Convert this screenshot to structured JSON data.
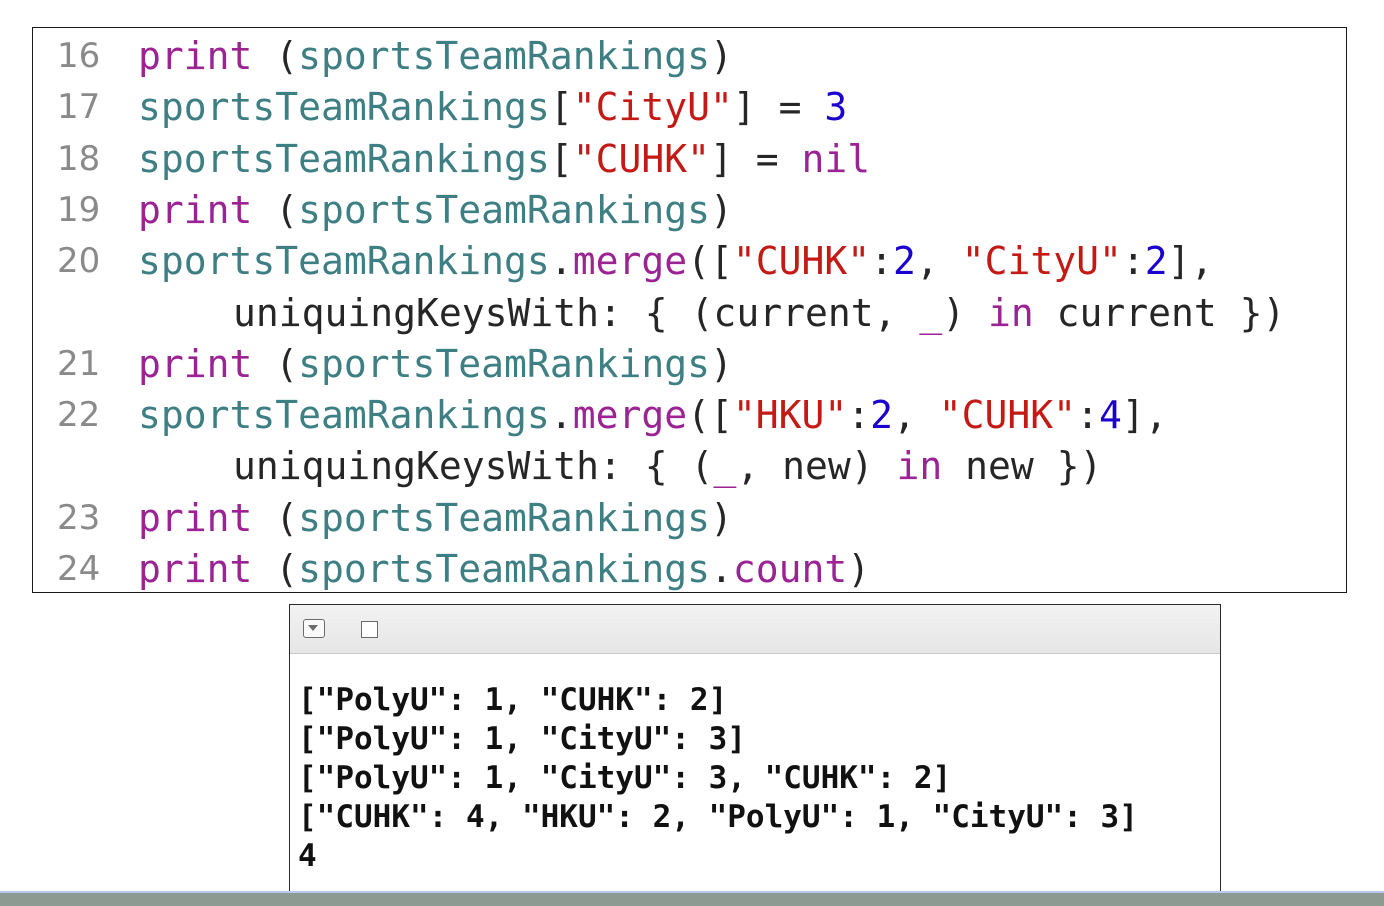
{
  "editor": {
    "lines": [
      {
        "number": "16",
        "tokens": [
          {
            "t": "print",
            "c": "fn"
          },
          {
            "t": " (",
            "c": "plain"
          },
          {
            "t": "sportsTeamRankings",
            "c": "var"
          },
          {
            "t": ")",
            "c": "plain"
          }
        ]
      },
      {
        "number": "17",
        "tokens": [
          {
            "t": "sportsTeamRankings",
            "c": "var"
          },
          {
            "t": "[",
            "c": "plain"
          },
          {
            "t": "\"CityU\"",
            "c": "str"
          },
          {
            "t": "] = ",
            "c": "plain"
          },
          {
            "t": "3",
            "c": "num"
          }
        ]
      },
      {
        "number": "18",
        "tokens": [
          {
            "t": "sportsTeamRankings",
            "c": "var"
          },
          {
            "t": "[",
            "c": "plain"
          },
          {
            "t": "\"CUHK\"",
            "c": "str"
          },
          {
            "t": "] = ",
            "c": "plain"
          },
          {
            "t": "nil",
            "c": "kw"
          }
        ]
      },
      {
        "number": "19",
        "tokens": [
          {
            "t": "print",
            "c": "fn"
          },
          {
            "t": " (",
            "c": "plain"
          },
          {
            "t": "sportsTeamRankings",
            "c": "var"
          },
          {
            "t": ")",
            "c": "plain"
          }
        ]
      },
      {
        "number": "20",
        "tokens": [
          {
            "t": "sportsTeamRankings",
            "c": "var"
          },
          {
            "t": ".",
            "c": "plain"
          },
          {
            "t": "merge",
            "c": "fn"
          },
          {
            "t": "([",
            "c": "plain"
          },
          {
            "t": "\"CUHK\"",
            "c": "str"
          },
          {
            "t": ":",
            "c": "plain"
          },
          {
            "t": "2",
            "c": "num"
          },
          {
            "t": ", ",
            "c": "plain"
          },
          {
            "t": "\"CityU\"",
            "c": "str"
          },
          {
            "t": ":",
            "c": "plain"
          },
          {
            "t": "2",
            "c": "num"
          },
          {
            "t": "],",
            "c": "plain"
          }
        ]
      },
      {
        "number": "",
        "cont": true,
        "tokens": [
          {
            "t": "uniquingKeysWith: { (current, ",
            "c": "plain"
          },
          {
            "t": "_",
            "c": "fn"
          },
          {
            "t": ") ",
            "c": "plain"
          },
          {
            "t": "in",
            "c": "kw"
          },
          {
            "t": " current })",
            "c": "plain"
          }
        ]
      },
      {
        "number": "21",
        "tokens": [
          {
            "t": "print",
            "c": "fn"
          },
          {
            "t": " (",
            "c": "plain"
          },
          {
            "t": "sportsTeamRankings",
            "c": "var"
          },
          {
            "t": ")",
            "c": "plain"
          }
        ]
      },
      {
        "number": "22",
        "tokens": [
          {
            "t": "sportsTeamRankings",
            "c": "var"
          },
          {
            "t": ".",
            "c": "plain"
          },
          {
            "t": "merge",
            "c": "fn"
          },
          {
            "t": "([",
            "c": "plain"
          },
          {
            "t": "\"HKU\"",
            "c": "str"
          },
          {
            "t": ":",
            "c": "plain"
          },
          {
            "t": "2",
            "c": "num"
          },
          {
            "t": ", ",
            "c": "plain"
          },
          {
            "t": "\"CUHK\"",
            "c": "str"
          },
          {
            "t": ":",
            "c": "plain"
          },
          {
            "t": "4",
            "c": "num"
          },
          {
            "t": "],",
            "c": "plain"
          }
        ]
      },
      {
        "number": "",
        "cont": true,
        "tokens": [
          {
            "t": "uniquingKeysWith: { (",
            "c": "plain"
          },
          {
            "t": "_",
            "c": "fn"
          },
          {
            "t": ", new) ",
            "c": "plain"
          },
          {
            "t": "in",
            "c": "kw"
          },
          {
            "t": " new })",
            "c": "plain"
          }
        ]
      },
      {
        "number": "23",
        "tokens": [
          {
            "t": "print",
            "c": "fn"
          },
          {
            "t": " (",
            "c": "plain"
          },
          {
            "t": "sportsTeamRankings",
            "c": "var"
          },
          {
            "t": ")",
            "c": "plain"
          }
        ]
      },
      {
        "number": "24",
        "tokens": [
          {
            "t": "print",
            "c": "fn"
          },
          {
            "t": " (",
            "c": "plain"
          },
          {
            "t": "sportsTeamRankings",
            "c": "var"
          },
          {
            "t": ".",
            "c": "plain"
          },
          {
            "t": "count",
            "c": "fn"
          },
          {
            "t": ")",
            "c": "plain"
          }
        ]
      }
    ]
  },
  "console": {
    "toolbar": {
      "toggle_icon": "hide-debug-area-icon",
      "clear_icon": "clear-console-icon"
    },
    "output": [
      "[\"PolyU\": 1, \"CUHK\": 2]",
      "[\"PolyU\": 1, \"CityU\": 3]",
      "[\"PolyU\": 1, \"CityU\": 3, \"CUHK\": 2]",
      "[\"CUHK\": 4, \"HKU\": 2, \"PolyU\": 1, \"CityU\": 3]",
      "4"
    ]
  },
  "colors": {
    "keyword": "#9b2393",
    "identifier": "#3e7f83",
    "string": "#c41a16",
    "number": "#1c00cf",
    "line_number": "#8a8a8a"
  }
}
